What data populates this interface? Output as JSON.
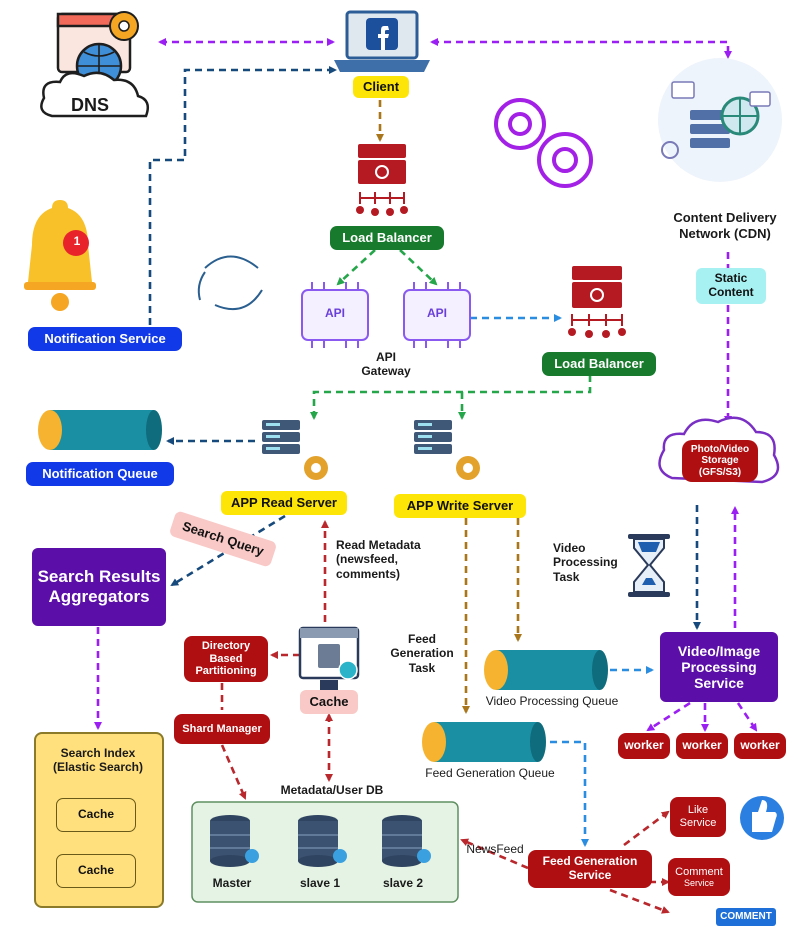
{
  "dns": {
    "label": "DNS"
  },
  "client": {
    "label": "Client",
    "app_icon": "facebook-laptop-icon"
  },
  "cdn": {
    "label": "Content Delivery Network (CDN)"
  },
  "static_content": {
    "label": "Static Content"
  },
  "load_balancer_top": {
    "label": "Load Balancer"
  },
  "load_balancer_right": {
    "label": "Load Balancer"
  },
  "api_gateway": {
    "label": "API Gateway",
    "icon_text": "API"
  },
  "notification_service": {
    "label": "Notification Service",
    "badge": "1"
  },
  "notification_queue": {
    "label": "Notification Queue"
  },
  "app_read_server": {
    "label": "APP Read Server"
  },
  "app_write_server": {
    "label": "APP Write Server"
  },
  "search_query": {
    "label": "Search Query"
  },
  "search_results_aggregators": {
    "label": "Search Results Aggregators"
  },
  "read_metadata": {
    "label": "Read Metadata (newsfeed, comments)"
  },
  "video_processing_task": {
    "label": "Video Processing Task"
  },
  "feed_generation_task": {
    "label": "Feed Generation Task"
  },
  "photo_video_storage": {
    "label": "Photo/Video Storage (GFS/S3)"
  },
  "video_image_processing_service": {
    "label": "Video/Image Processing Service"
  },
  "video_processing_queue": {
    "label": "Video Processing Queue"
  },
  "feed_generation_queue": {
    "label": "Feed Generation Queue"
  },
  "workers": [
    "worker",
    "worker",
    "worker"
  ],
  "directory_based_partitioning": {
    "label": "Directory Based Partitioning"
  },
  "cache_main": {
    "label": "Cache"
  },
  "shard_manager": {
    "label": "Shard Manager"
  },
  "search_index": {
    "label": "Search Index (Elastic Search)",
    "caches": [
      "Cache",
      "Cache"
    ]
  },
  "metadata_db": {
    "label": "Metadata/User DB",
    "nodes": [
      "Master",
      "slave 1",
      "slave 2"
    ]
  },
  "newsfeed": {
    "label": "NewsFeed"
  },
  "feed_generation_service": {
    "label": "Feed Generation Service"
  },
  "like_service": {
    "label": "Like Service"
  },
  "comment_service": {
    "label": "Comment",
    "sublabel": "Service"
  },
  "comment_button": {
    "label": "COMMENT"
  },
  "colors": {
    "purple_arrow": "#9b1ff2",
    "navy_arrow": "#174a7c",
    "green_arrow": "#26a64a",
    "blue_arrow": "#2a8de0",
    "brown_arrow": "#a9761b",
    "red_arrow": "#b8282c",
    "yellow_label": "#fde508",
    "red_label": "#b00f12",
    "purple_label": "#5b0fa8"
  }
}
